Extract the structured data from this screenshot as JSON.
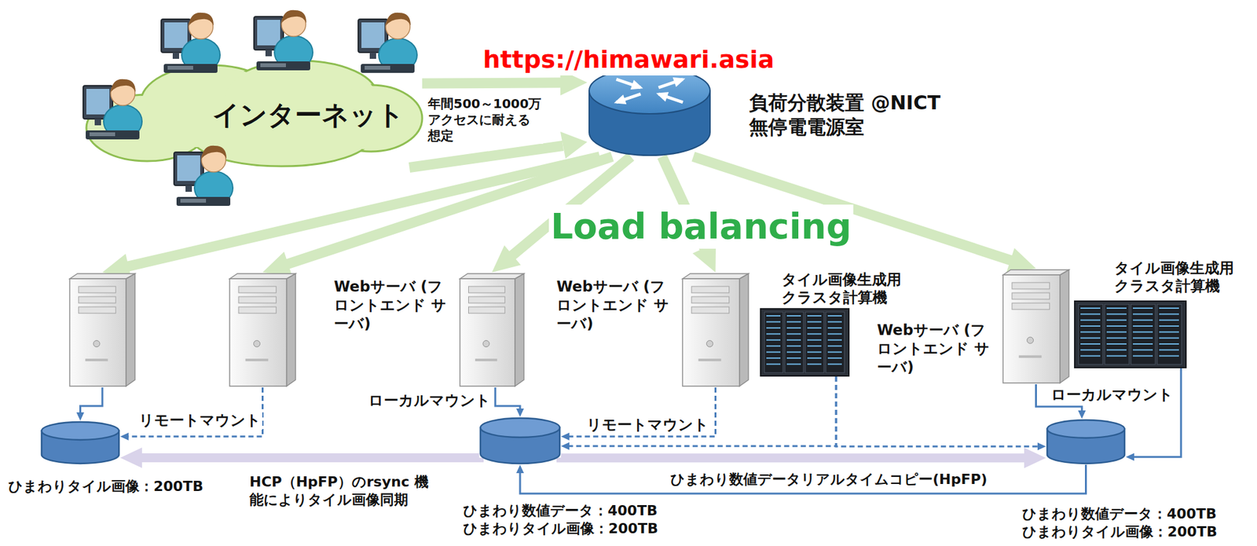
{
  "diagram": {
    "nodes": [
      {
        "text": [
          "インターネット"
        ]
      },
      {
        "text": [
          "負荷分散装置 @NICT無停電電源室"
        ]
      },
      {
        "text": []
      },
      {
        "text": []
      },
      {
        "text": [
          "Webサーバ (フロントエンド サーバ)"
        ]
      },
      {
        "text": [
          "Webサーバ (フロントエンド サーバ)"
        ]
      },
      {
        "text": [
          "タイル画像生成用 クラスタ計算機"
        ]
      },
      {
        "text": [
          "Webサーバ (フロントエンド サーバ)"
        ]
      },
      {
        "text": [
          "タイル画像生成用 クラスタ計算機"
        ]
      },
      {
        "text": [
          "ひまわりタイル画像：200TB"
        ]
      },
      {
        "text": [
          "ひまわり数値データ：400TB",
          "ひまわりタイル画像：200TB"
        ]
      },
      {
        "text": [
          "ひまわり数値データ：400TB",
          "ひまわりタイル画像：200TB"
        ]
      }
    ],
    "edges": [
      {
        "from": 0,
        "to": 1,
        "arrow": "to",
        "label": "年間500～1000万 アクセスに耐える 想定"
      },
      {
        "from": 1,
        "to": 2,
        "arrow": "to"
      },
      {
        "from": 1,
        "to": 3,
        "arrow": "to"
      },
      {
        "from": 1,
        "to": 4,
        "arrow": "to"
      },
      {
        "from": 1,
        "to": 5,
        "arrow": "to"
      },
      {
        "from": 1,
        "to": 7,
        "arrow": "to"
      },
      {
        "from": 2,
        "to": 9,
        "arrow": "to"
      },
      {
        "from": 3,
        "to": 9,
        "arrow": "to",
        "label": "リモートマウント"
      },
      {
        "from": 4,
        "to": 10,
        "arrow": "to",
        "label": "ローカルマウント"
      },
      {
        "from": 5,
        "to": 10,
        "arrow": "to",
        "label": "リモートマウント"
      },
      {
        "from": 6,
        "to": 10,
        "arrow": "to"
      },
      {
        "from": 6,
        "to": 11,
        "arrow": "to"
      },
      {
        "from": 7,
        "to": 11,
        "arrow": "to",
        "label": "ローカルマウント"
      },
      {
        "from": 8,
        "to": 11,
        "arrow": "to"
      },
      {
        "from": 10,
        "to": 9,
        "arrow": "to",
        "label": "HCP（HpFP）のrsync 機能によりタイル画像同期"
      },
      {
        "from": 10,
        "to": 11,
        "arrow": "to"
      },
      {
        "from": 11,
        "to": 10,
        "arrow": "to",
        "label": "ひまわり数値データリアルタイムコピー(HpFP)"
      }
    ],
    "labels": [
      "https://himawari.asia",
      "Load balancing"
    ]
  }
}
